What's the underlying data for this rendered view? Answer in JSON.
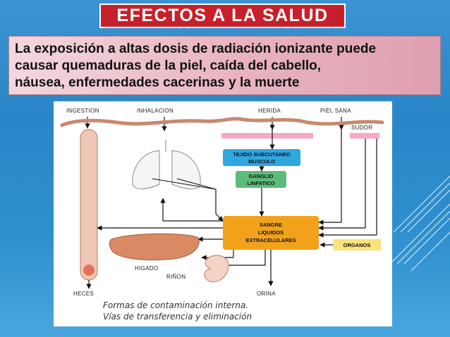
{
  "title": "EFECTOS A LA SALUD",
  "intro": {
    "line1": "La exposición a altas dosis de radiación ionizante puede",
    "line2": "causar quemaduras de la piel, caída del cabello,",
    "line3": "náusea, enfermedades cacerinas y la muerte"
  },
  "diagram": {
    "top_labels": {
      "ingestion": "INGESTION",
      "inhalacion": "INHALACION",
      "herida": "HERIDA",
      "piel_sana": "PIEL SANA",
      "sudor": "SUDOR"
    },
    "boxes": {
      "tejido_line1": "TEJIDO SUBCUTANEO",
      "tejido_line2": "MUSCULO",
      "ganglio_line1": "GANGLIO",
      "ganglio_line2": "LINFATICO",
      "sangre_line1": "SANGRE",
      "sangre_line2": "LIQUIDOS",
      "sangre_line3": "EXTRACELULARES",
      "organos": "ORGANOS"
    },
    "organ_labels": {
      "higado": "HIGADO",
      "rinon": "RIÑON",
      "heces": "HECES",
      "orina": "ORINA"
    },
    "caption_line1": "Formas de contaminación interna.",
    "caption_line2": "Vías de transferencia y eliminación",
    "colors": {
      "tejido": "#2fa7e0",
      "ganglio": "#5dbb7a",
      "sangre": "#f2a11b",
      "organos": "#fbe27a",
      "skin": "#c98870",
      "sudor_band": "#f4a9c6",
      "organ": "#d98a64"
    }
  }
}
